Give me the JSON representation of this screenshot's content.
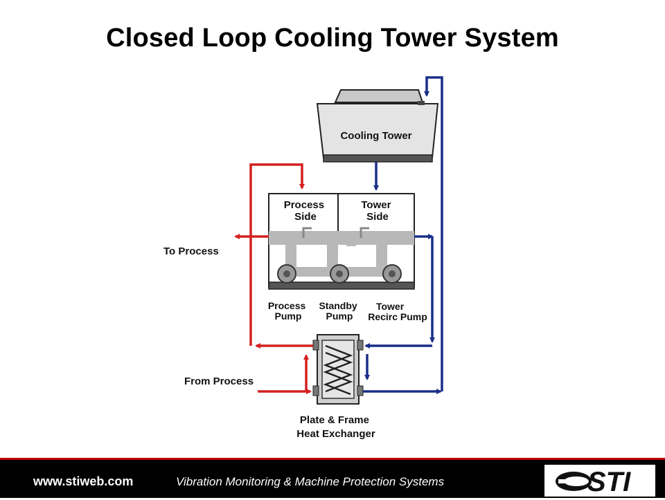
{
  "slide": {
    "title": "Closed Loop Cooling Tower System"
  },
  "diagram": {
    "cooling_tower": "Cooling Tower",
    "process_side": [
      "Process",
      "Side"
    ],
    "tower_side": [
      "Tower",
      "Side"
    ],
    "to_process": "To Process",
    "from_process": "From Process",
    "process_pump": [
      "Process",
      "Pump"
    ],
    "standby_pump": [
      "Standby",
      "Pump"
    ],
    "tower_recirc_pump": [
      "Tower",
      "Recirc Pump"
    ],
    "heat_exchanger": [
      "Plate & Frame",
      "Heat Exchanger"
    ]
  },
  "footer": {
    "url": "www.stiweb.com",
    "tagline": "Vibration Monitoring & Machine Protection Systems",
    "logo_text": "STI"
  },
  "colors": {
    "hot_loop": "#d42020",
    "cold_loop": "#1a2f8a",
    "equipment_gray": "#b8b8b8",
    "footer_bg": "#000000"
  }
}
